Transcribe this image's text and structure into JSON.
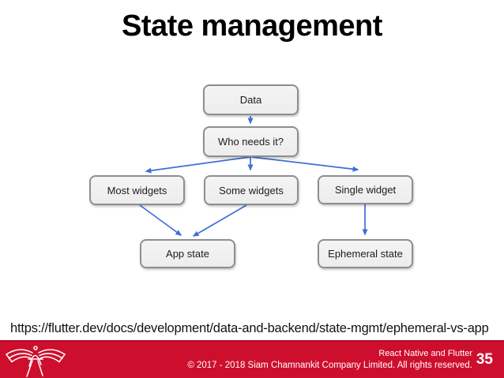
{
  "slide": {
    "title": "State management",
    "source_url": "https://flutter.dev/docs/development/data-and-backend/state-mgmt/ephemeral-vs-app"
  },
  "diagram": {
    "type": "flowchart",
    "nodes": [
      {
        "id": "data",
        "label": "Data"
      },
      {
        "id": "who",
        "label": "Who needs it?"
      },
      {
        "id": "most",
        "label": "Most widgets"
      },
      {
        "id": "some",
        "label": "Some widgets"
      },
      {
        "id": "single",
        "label": "Single widget"
      },
      {
        "id": "app",
        "label": "App state"
      },
      {
        "id": "ephemeral",
        "label": "Ephemeral state"
      }
    ],
    "edges": [
      {
        "from": "Data",
        "to": "Who needs it?"
      },
      {
        "from": "Who needs it?",
        "to": "Most widgets"
      },
      {
        "from": "Who needs it?",
        "to": "Some widgets"
      },
      {
        "from": "Who needs it?",
        "to": "Single widget"
      },
      {
        "from": "Most widgets",
        "to": "App state"
      },
      {
        "from": "Some widgets",
        "to": "App state"
      },
      {
        "from": "Single widget",
        "to": "Ephemeral state"
      }
    ]
  },
  "footer": {
    "line1": "React Native and Flutter",
    "line2": "© 2017 - 2018 Siam Chamnankit Company Limited. All rights reserved.",
    "page_number": "35",
    "logo": "siam-chamnankit-winged-a-logo"
  },
  "colors": {
    "arrow": "#3d6fd8",
    "box_fill": "#f1f1f1",
    "box_border": "#8e8e8e",
    "footer_bar": "#ce0e2d",
    "title_text": "#000000",
    "footer_text": "#ffffff"
  }
}
